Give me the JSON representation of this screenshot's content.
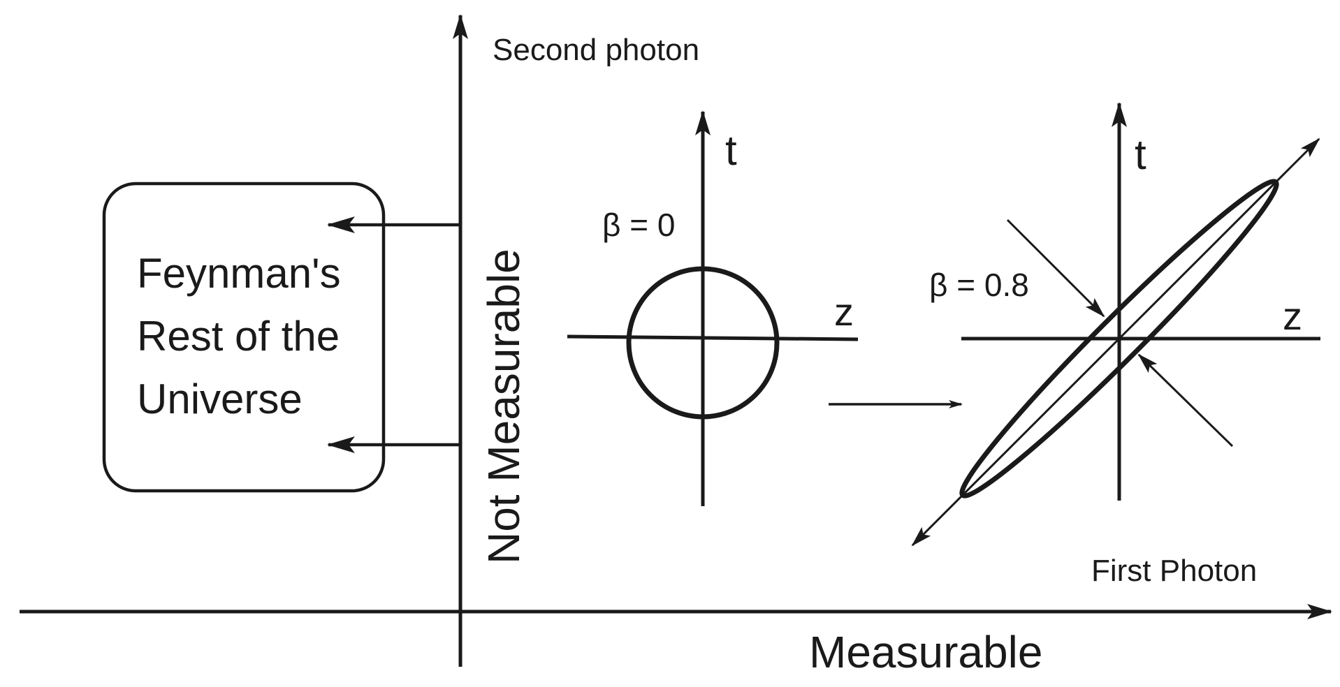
{
  "axes": {
    "vertical_label": "Second photon",
    "horizontal_label": "Measurable",
    "vertical_axis_side_label": "Not Measurable"
  },
  "box": {
    "line1": "Feynman's",
    "line2": "Rest of the",
    "line3": "Universe"
  },
  "rest_frame": {
    "beta_label": "β = 0",
    "time_axis": "t",
    "space_axis": "z"
  },
  "moving_frame": {
    "beta_label": "β = 0.8",
    "time_axis": "t",
    "space_axis": "z",
    "photon_label": "First Photon"
  },
  "colors": {
    "ink": "#1a1a1a",
    "background": "#ffffff"
  }
}
